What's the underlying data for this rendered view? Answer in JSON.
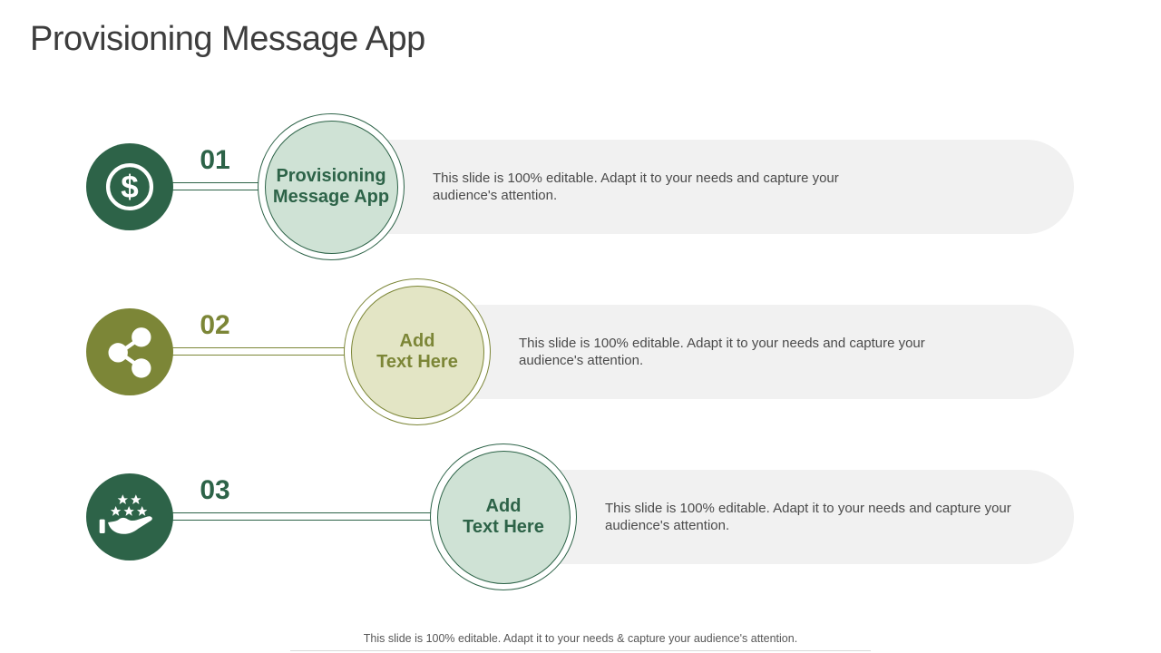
{
  "slide": {
    "title": "Provisioning Message App",
    "footer_note": "This slide is 100% editable. Adapt it to your needs & capture your audience's attention."
  },
  "colors": {
    "green_primary": "#2d6348",
    "green_fill": "#cfe2d5",
    "olive_primary": "#7c8637",
    "olive_fill": "#e3e5c5",
    "pill_bg": "#f1f1f1",
    "title_color": "#3d3d3d",
    "body_text": "#4b4b4b",
    "footer_color": "#575757",
    "footer_line": "#d9d9d9"
  },
  "rows": [
    {
      "number": "01",
      "icon": "dollar-coin-icon",
      "label_line1": "Provisioning",
      "label_line2": "Message App",
      "description": "This slide is 100% editable. Adapt it to your needs and capture your audience's attention."
    },
    {
      "number": "02",
      "icon": "share-network-icon",
      "label_line1": "Add",
      "label_line2": "Text Here",
      "description": "This slide is 100% editable. Adapt it to your needs and capture your audience's attention."
    },
    {
      "number": "03",
      "icon": "hand-presenting-stars-icon",
      "label_line1": "Add",
      "label_line2": "Text Here",
      "description": "This slide is 100% editable. Adapt it to your needs and capture your audience's attention."
    }
  ]
}
